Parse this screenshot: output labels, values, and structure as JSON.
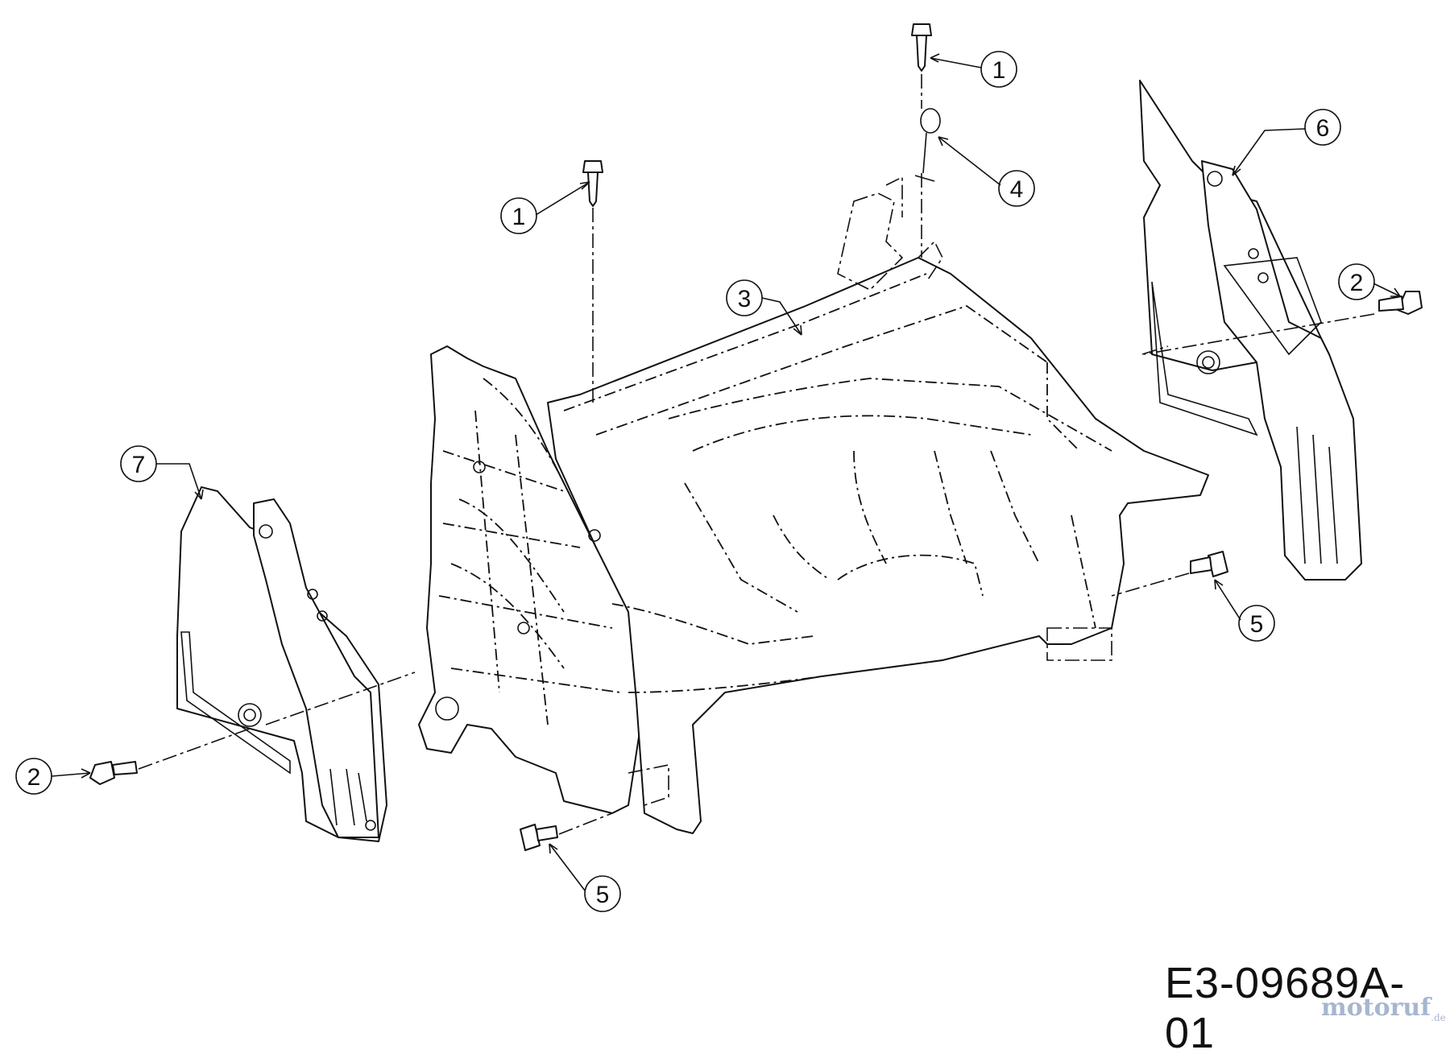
{
  "drawing_code": "E3-09689A-01",
  "watermark": {
    "text": "motoruf",
    "suffix": ".de"
  },
  "callouts": [
    {
      "id": "c1a",
      "label": "1"
    },
    {
      "id": "c1b",
      "label": "1"
    },
    {
      "id": "c2a",
      "label": "2"
    },
    {
      "id": "c2b",
      "label": "2"
    },
    {
      "id": "c3",
      "label": "3"
    },
    {
      "id": "c4",
      "label": "4"
    },
    {
      "id": "c5a",
      "label": "5"
    },
    {
      "id": "c5b",
      "label": "5"
    },
    {
      "id": "c6",
      "label": "6"
    },
    {
      "id": "c7",
      "label": "7"
    }
  ],
  "colors": {
    "line": "#111111",
    "background": "#ffffff",
    "watermark": "#a7b6cf"
  }
}
